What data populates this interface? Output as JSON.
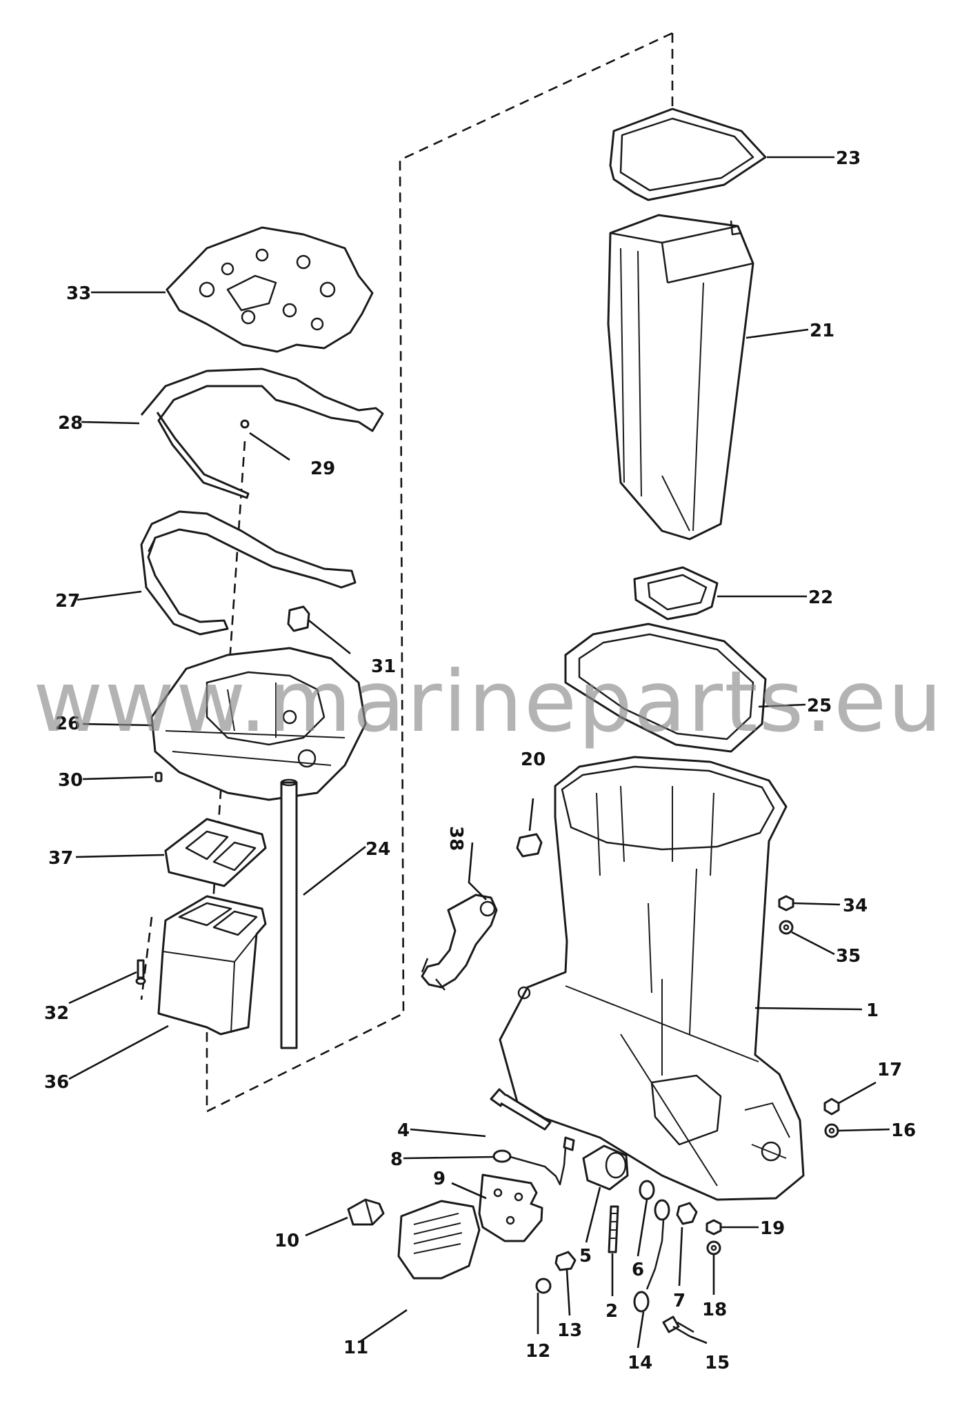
{
  "watermark": "www.marineparts.eu",
  "callouts": {
    "c1": "1",
    "c2": "2",
    "c4": "4",
    "c5": "5",
    "c6": "6",
    "c7": "7",
    "c8": "8",
    "c9": "9",
    "c10": "10",
    "c11": "11",
    "c12": "12",
    "c13": "13",
    "c14": "14",
    "c15": "15",
    "c16": "16",
    "c17": "17",
    "c18": "18",
    "c19": "19",
    "c20": "20",
    "c21": "21",
    "c22": "22",
    "c23": "23",
    "c24": "24",
    "c25": "25",
    "c26": "26",
    "c27": "27",
    "c28": "28",
    "c29": "29",
    "c30": "30",
    "c31": "31",
    "c32": "32",
    "c33": "33",
    "c34": "34",
    "c35": "35",
    "c36": "36",
    "c37": "37",
    "c38": "38"
  }
}
